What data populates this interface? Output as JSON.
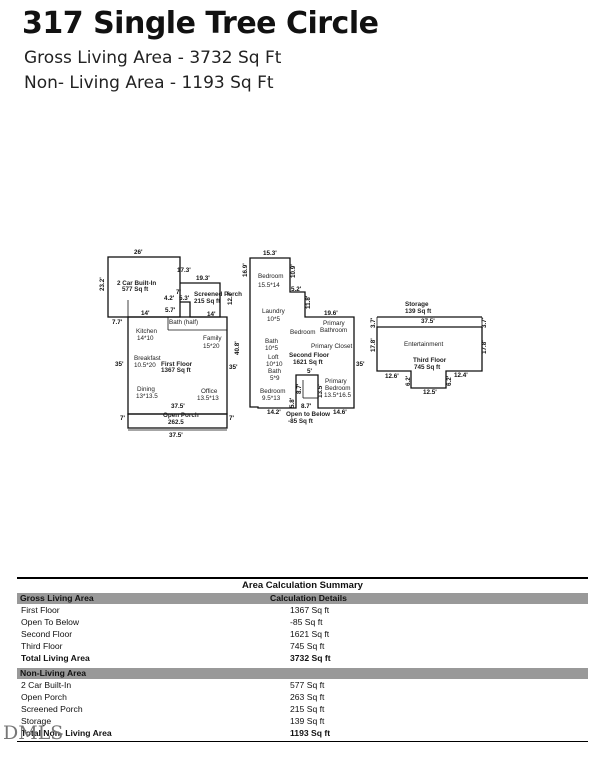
{
  "header": {
    "address": "317 Single Tree Circle",
    "gross_line": "Gross Living Area - 3732 Sq Ft",
    "non_living_line": "Non- Living Area - 1193 Sq Ft"
  },
  "first_floor": {
    "garage_dims": [
      "26'",
      "23.2'",
      "17.3'",
      "14'",
      "7.7'"
    ],
    "garage_name": "2 Car Built-In",
    "garage_area": "577 Sq ft",
    "porch_dims": [
      "19.3'",
      "7'",
      "12.7'",
      "4.2'",
      "5.3'",
      "5.7'",
      "14'"
    ],
    "porch_name": "Screened Porch",
    "porch_area": "215 Sq ft",
    "rooms": [
      "Bath (half)",
      "Kitchen",
      "14*10",
      "Family",
      "15*20",
      "Breakfast",
      "10.5*20",
      "Dining",
      "13*13.5",
      "Office",
      "13.5*13"
    ],
    "floor_name": "First Floor",
    "floor_area": "1367 Sq ft",
    "main_dims": [
      "35'",
      "35'",
      "37.5'",
      "7'",
      "7'",
      "37.5'"
    ],
    "open_porch_name": "Open Porch",
    "open_porch_area": "262.5"
  },
  "second_floor": {
    "dims": [
      "15.3'",
      "16.9'",
      "10.9'",
      "5.2'",
      "11.8'",
      "19.6'",
      "40.8'",
      "35'",
      "5'",
      "8.7'",
      "13.5'",
      "14.2'",
      "14.6'",
      "8.7'",
      "5.8'"
    ],
    "rooms": [
      "Bedroom",
      "15.5*14",
      "Laundry",
      "10*5",
      "Bedroom",
      "Primary",
      "Bathroom",
      "Bath",
      "10*5",
      "Primary Closet",
      "Loft",
      "10*10",
      "Bath",
      "5*9",
      "Bedroom",
      "9.5*13",
      "Primary",
      "Bedroom",
      "13.5*16.5"
    ],
    "floor_name": "Second Floor",
    "floor_area": "1621 Sq ft",
    "open_below_name": "Open to Below",
    "open_below_area": "-85 Sq ft"
  },
  "third_floor": {
    "storage_name": "Storage",
    "storage_area": "139 Sq ft",
    "dims": [
      "3.7'",
      "37.5'",
      "3.7'",
      "17.8'",
      "17.8'",
      "12.6'",
      "12.4'",
      "6.2'",
      "6.2'",
      "12.5'"
    ],
    "room": "Entertainment",
    "floor_name": "Third Floor",
    "floor_area": "745 Sq ft"
  },
  "summary": {
    "title": "Area Calculation Summary",
    "gross_header": "Gross Living Area",
    "calc_header": "Calculation Details",
    "gross_rows": [
      {
        "label": "First Floor",
        "value": "1367 Sq ft"
      },
      {
        "label": "Open To Below",
        "value": "-85 Sq ft"
      },
      {
        "label": "Second Floor",
        "value": "1621 Sq ft"
      },
      {
        "label": "Third Floor",
        "value": "745 Sq ft"
      }
    ],
    "gross_total": {
      "label": "Total Living Area",
      "value": "3732 Sq ft"
    },
    "non_living_header": "Non-Living Area",
    "non_living_rows": [
      {
        "label": "2 Car Built-In",
        "value": "577 Sq ft"
      },
      {
        "label": "Open Porch",
        "value": "263 Sq ft"
      },
      {
        "label": "Screened Porch",
        "value": "215 Sq ft"
      },
      {
        "label": "Storage",
        "value": "139 Sq ft"
      }
    ],
    "non_living_total": {
      "label": "Total Non- Living Area",
      "value": "1193 Sq ft"
    }
  },
  "logo": "DMLS"
}
